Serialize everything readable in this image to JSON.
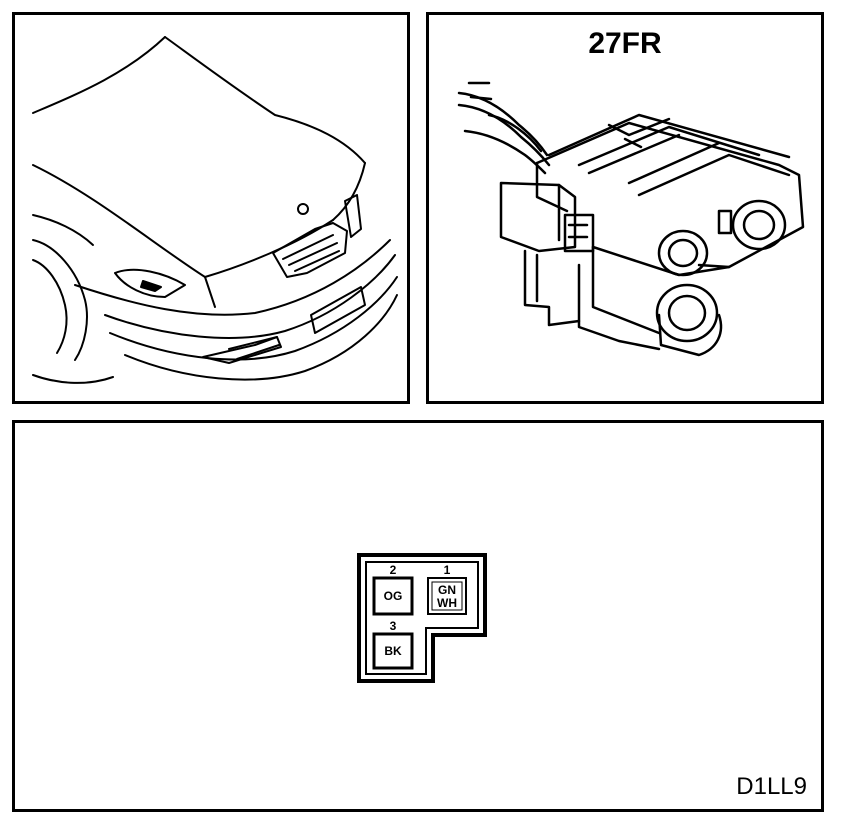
{
  "connector_id": "27FR",
  "diagram_code": "D1LL9",
  "pins": [
    {
      "number": "2",
      "color_code": "OG"
    },
    {
      "number": "1",
      "color_code_line1": "GN",
      "color_code_line2": "WH"
    },
    {
      "number": "3",
      "color_code": "BK"
    }
  ]
}
